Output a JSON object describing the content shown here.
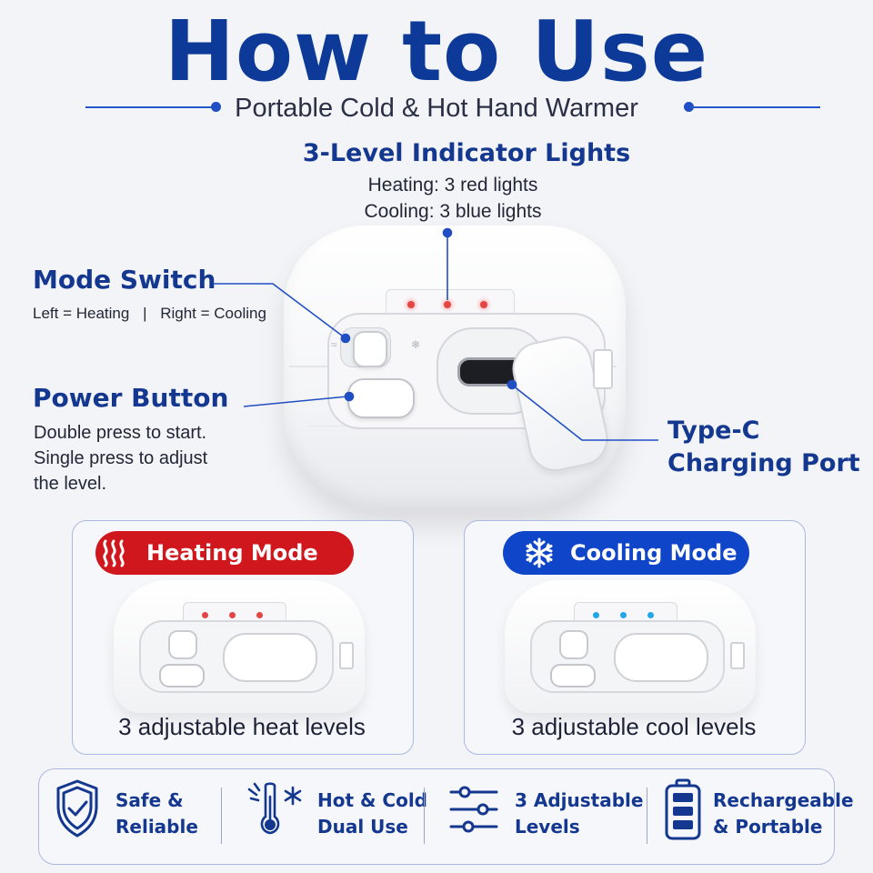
{
  "header": {
    "title": "How to Use",
    "subtitle": "Portable Cold & Hot Hand Warmer"
  },
  "callouts": {
    "indicator": {
      "title": "3-Level Indicator Lights",
      "line1": "Heating: 3 red lights",
      "line2": "Cooling: 3 blue lights"
    },
    "mode_switch": {
      "title": "Mode Switch",
      "left": "Left = Heating",
      "divider": "|",
      "right": "Right = Cooling"
    },
    "power_button": {
      "title": "Power Button",
      "line1": "Double press to start.",
      "line2": "Single press to adjust",
      "line3": "the level."
    },
    "typec": {
      "line1": "Type-C",
      "line2": "Charging Port"
    }
  },
  "modes": [
    {
      "label": "Heating Mode",
      "icon": "heat-waves-icon",
      "color": "#d0171d",
      "caption": "3 adjustable heat levels",
      "led_color": "#e34545"
    },
    {
      "label": "Cooling Mode",
      "icon": "snowflake-icon",
      "color": "#0f45c9",
      "caption": "3 adjustable cool levels",
      "led_color": "#22a6e8"
    }
  ],
  "features": [
    {
      "icon": "shield-check-icon",
      "line1": "Safe &",
      "line2": "Reliable"
    },
    {
      "icon": "thermometer-snowflake-icon",
      "line1": "Hot & Cold",
      "line2": "Dual Use"
    },
    {
      "icon": "sliders-icon",
      "line1": "3 Adjustable",
      "line2": "Levels"
    },
    {
      "icon": "battery-icon",
      "line1": "Rechargeable",
      "line2": "& Portable"
    }
  ],
  "colors": {
    "brand_blue": "#0d3a99",
    "accent_blue": "#1f4fc2",
    "heat_red": "#d0171d",
    "cool_blue": "#0f45c9"
  }
}
